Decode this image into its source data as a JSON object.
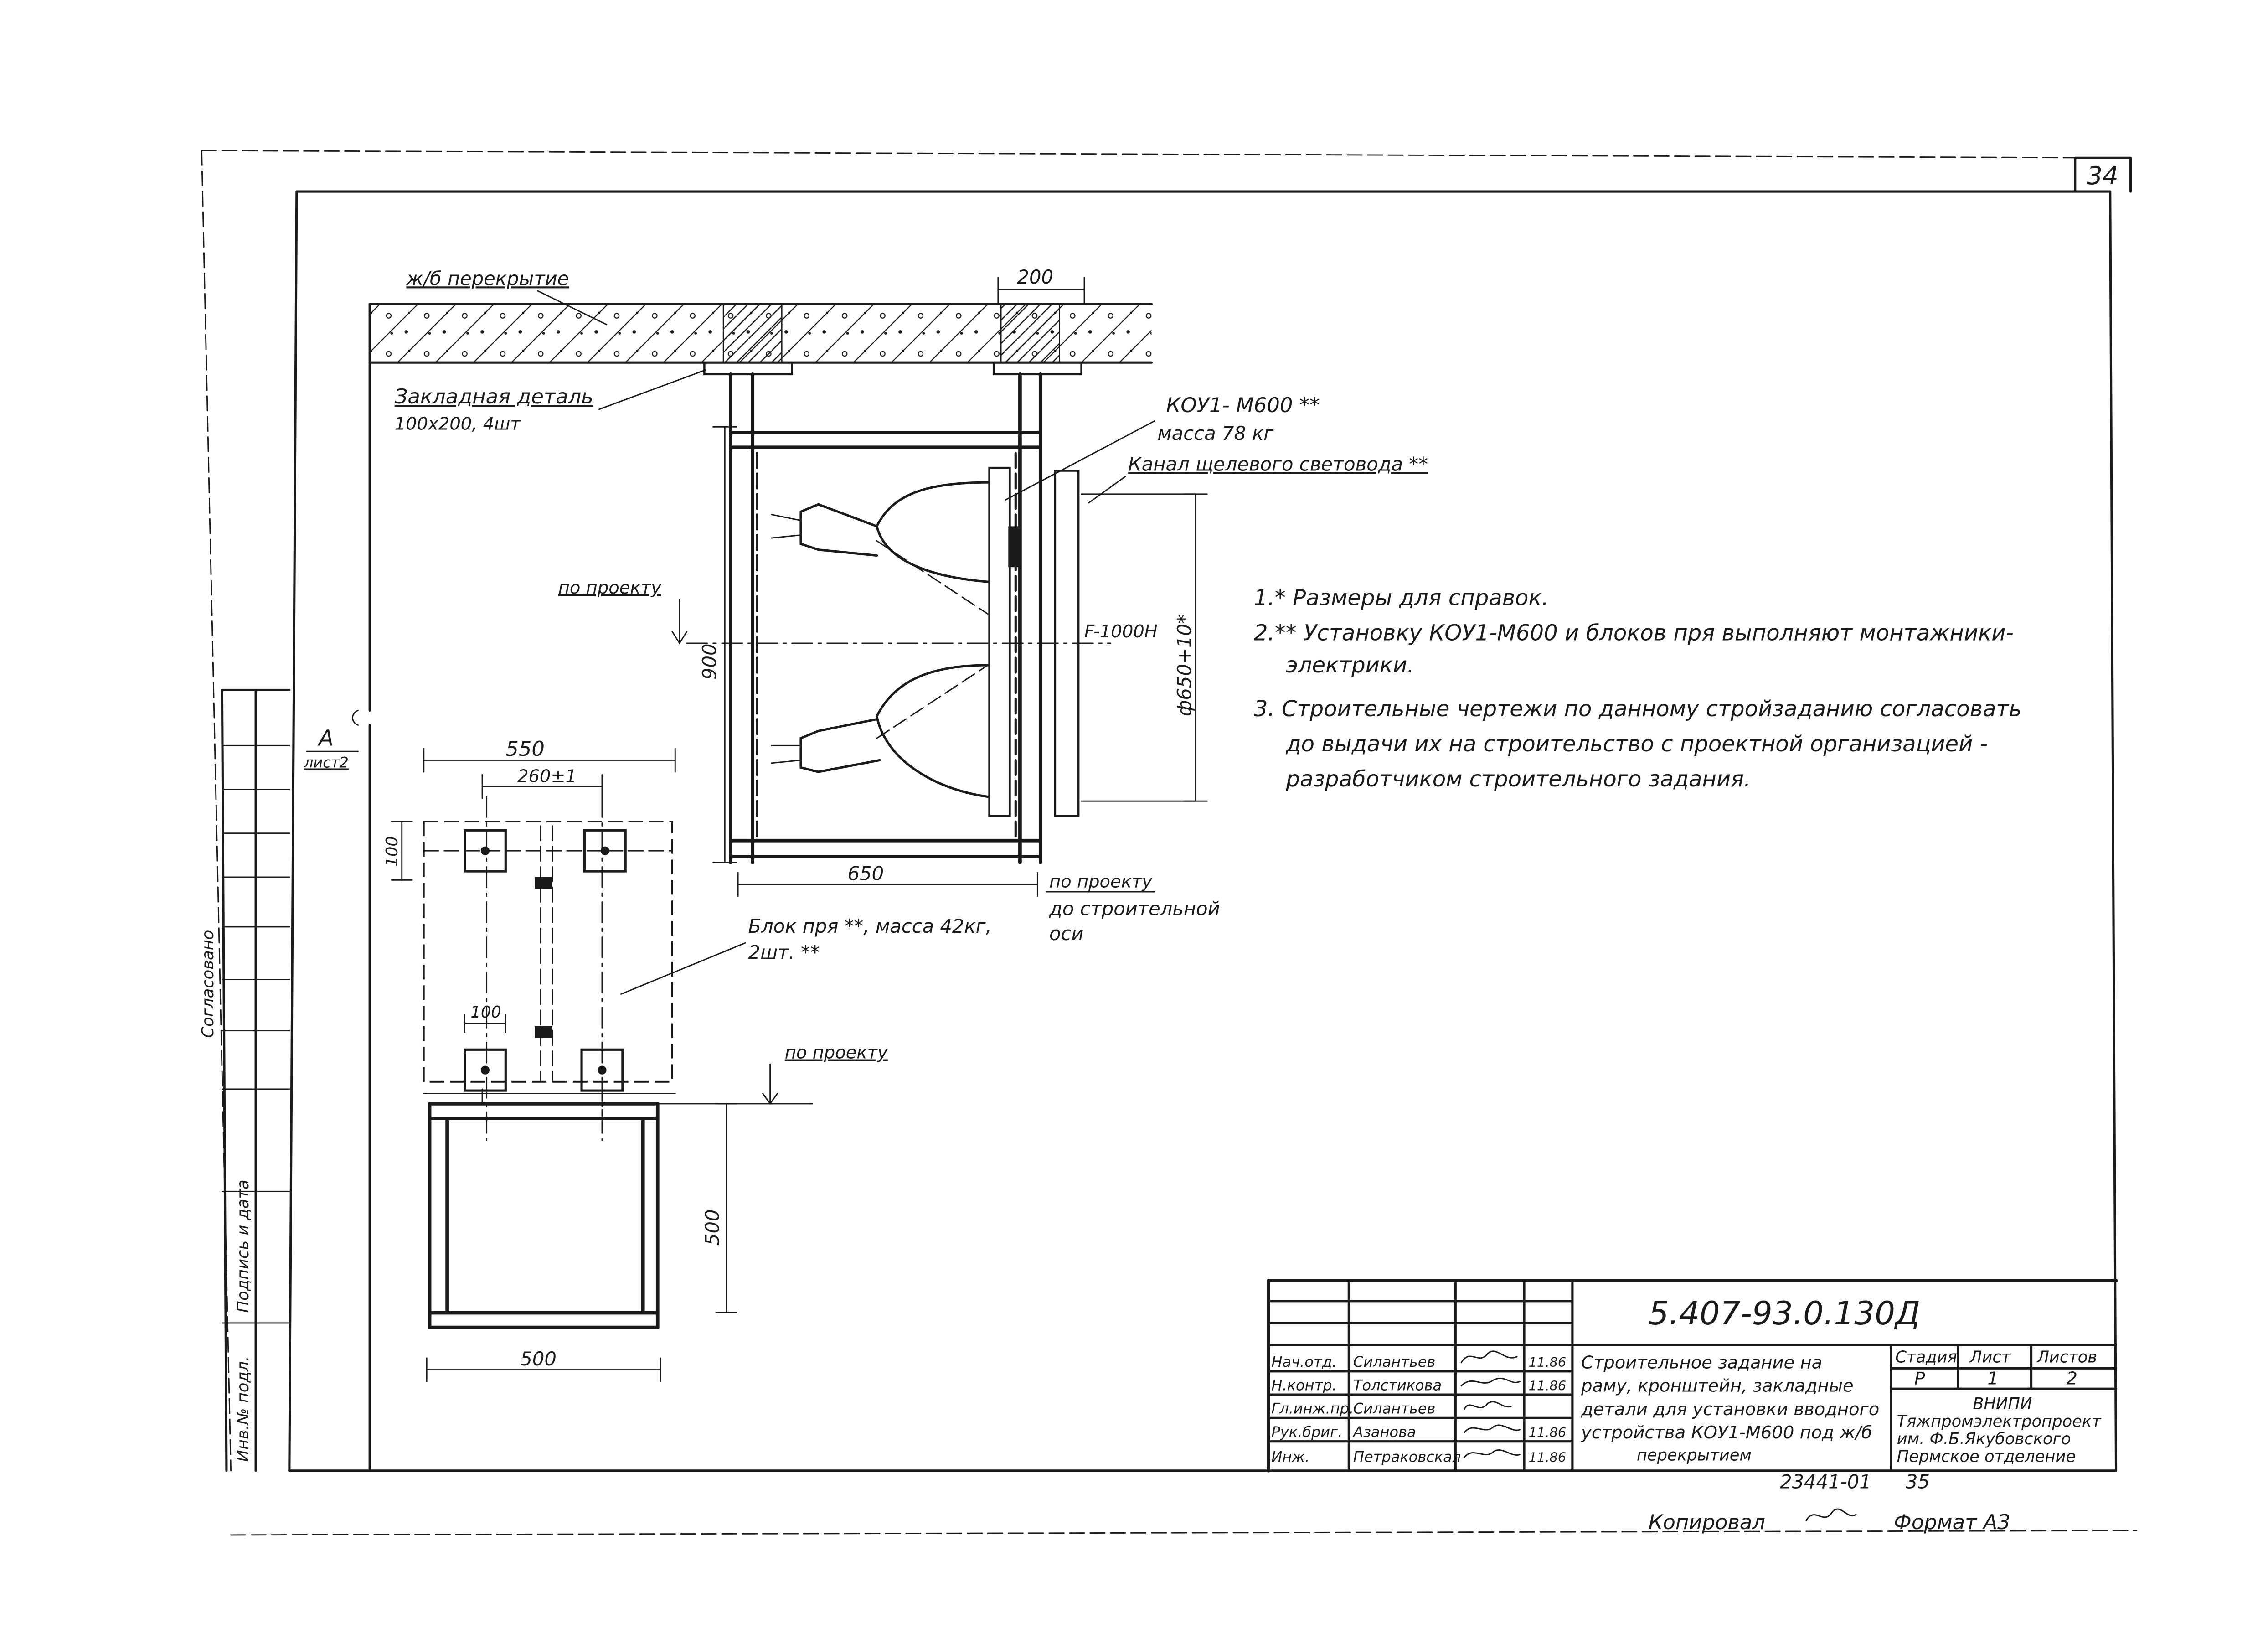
{
  "sheet": {
    "page_corner_number": "34",
    "copied_by": "Копировал",
    "format": "Формат А3"
  },
  "drawing": {
    "slab_label": "ж/б перекрытие",
    "embedded_part_label": "Закладная деталь",
    "embedded_part_spec": "100х200, 4шт",
    "dim_200_top": "200",
    "koui_label": "КОУ1- М600 **",
    "koui_mass": "масса 78 кг",
    "channel_label": "Канал щелевого световода **",
    "per_project_1": "по проекту",
    "per_project_2": "по проекту",
    "per_project_3": "по проекту",
    "dim_900": "900",
    "dim_650_vertical": "ф650+10*",
    "dim_f1000": "F-1000Н",
    "dim_650": "650",
    "to_axis_1": "до строительной",
    "to_axis_2": "оси",
    "view_a_letter": "А",
    "view_a_sheet": "лист2",
    "dim_550": "550",
    "dim_260": "260±1",
    "dim_100_left": "100",
    "dim_100_lower": "100",
    "dim_500_vertical": "500",
    "dim_500_bottom": "500",
    "block_label": "Блок пря **, масса 42кг,",
    "block_qty": "2шт. **"
  },
  "notes": [
    "1.* Размеры для справок.",
    "2.** Установку КОУ1-М600 и блоков пря выполняют монтажники-",
    "электрики.",
    "3. Строительные чертежи по данному стройзаданию согласовать",
    "до выдачи их на строительство с проектной организацией -",
    "разработчиком строительного задания."
  ],
  "left_strip": {
    "approved": "Согласовано",
    "signature_date": "Подпись и дата",
    "inventory": "Инв.№ подл."
  },
  "title_block": {
    "doc_code": "5.407-93.0.130Д",
    "description_lines": [
      "Строительное задание на",
      "раму, кронштейн, закладные",
      "детали для установки вводного",
      "устройства КОУ1-М600 под ж/б",
      "перекрытием"
    ],
    "stage_header": "Стадия",
    "sheet_header": "Лист",
    "sheets_header": "Листов",
    "stage_value": "Р",
    "sheet_value": "1",
    "sheets_value": "2",
    "org_lines": [
      "ВНИПИ",
      "Тяжпромэлектропроект",
      "им. Ф.Б.Якубовского",
      "Пермское отделение"
    ],
    "signatories": [
      {
        "role": "Нач.отд.",
        "name": "Силантьев",
        "date": "11.86"
      },
      {
        "role": "Н.контр.",
        "name": "Толстикова",
        "date": "11.86"
      },
      {
        "role": "Гл.инж.пр.",
        "name": "Силантьев",
        "date": ""
      },
      {
        "role": "Рук.бриг.",
        "name": "Азанова",
        "date": "11.86"
      },
      {
        "role": "Инж.",
        "name": "Петраковская",
        "date": "11.86"
      }
    ],
    "archive_number": "23441-01",
    "archive_page": "35"
  }
}
